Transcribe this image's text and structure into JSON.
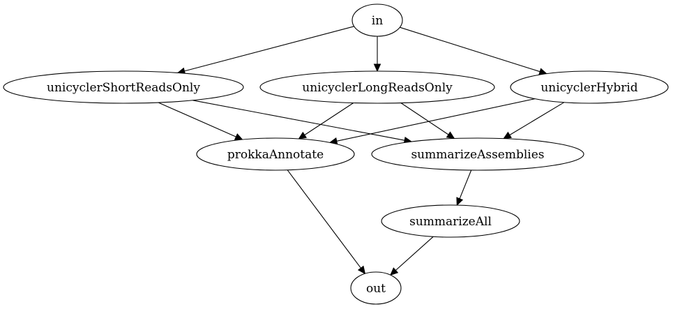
{
  "nodes": [
    {
      "id": "in",
      "label": "in"
    },
    {
      "id": "short",
      "label": "unicyclerShortReadsOnly"
    },
    {
      "id": "long",
      "label": "unicyclerLongReadsOnly"
    },
    {
      "id": "hybrid",
      "label": "unicyclerHybrid"
    },
    {
      "id": "prokka",
      "label": "prokkaAnnotate"
    },
    {
      "id": "summAsm",
      "label": "summarizeAssemblies"
    },
    {
      "id": "summAll",
      "label": "summarizeAll"
    },
    {
      "id": "out",
      "label": "out"
    }
  ],
  "edges": [
    {
      "from": "in",
      "to": "short"
    },
    {
      "from": "in",
      "to": "long"
    },
    {
      "from": "in",
      "to": "hybrid"
    },
    {
      "from": "short",
      "to": "prokka"
    },
    {
      "from": "short",
      "to": "summAsm"
    },
    {
      "from": "long",
      "to": "prokka"
    },
    {
      "from": "long",
      "to": "summAsm"
    },
    {
      "from": "hybrid",
      "to": "prokka"
    },
    {
      "from": "hybrid",
      "to": "summAsm"
    },
    {
      "from": "prokka",
      "to": "out"
    },
    {
      "from": "summAsm",
      "to": "summAll"
    },
    {
      "from": "summAll",
      "to": "out"
    }
  ],
  "colors": {
    "stroke": "#000000",
    "fill": "#ffffff",
    "text": "#000000"
  }
}
